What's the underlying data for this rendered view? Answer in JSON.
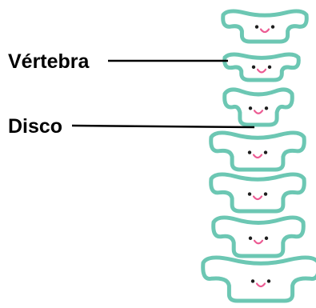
{
  "labels": {
    "vertebra": "Vértebra",
    "disc": "Disco"
  },
  "colors": {
    "vertebra_outline": "#6cc7b3",
    "face_dots": "#1d1d1d",
    "smile": "#ec5b93",
    "text": "#000000",
    "leader_line": "#000000"
  },
  "vertebrae": [
    {
      "name": "vertebra-1",
      "face": "smile"
    },
    {
      "name": "vertebra-2",
      "face": "smile"
    },
    {
      "name": "vertebra-3",
      "face": "smile"
    },
    {
      "name": "vertebra-4",
      "face": "smile"
    },
    {
      "name": "vertebra-5",
      "face": "smile"
    },
    {
      "name": "vertebra-6",
      "face": "smile"
    },
    {
      "name": "vertebra-7",
      "face": "smile"
    }
  ]
}
